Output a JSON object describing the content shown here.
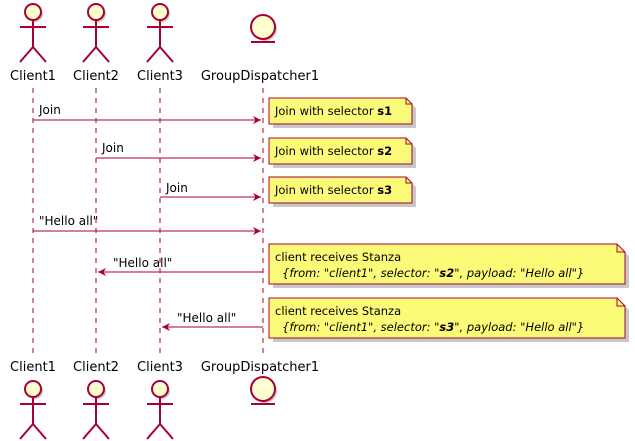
{
  "participants": [
    {
      "id": "client1",
      "name": "Client1",
      "kind": "actor"
    },
    {
      "id": "client2",
      "name": "Client2",
      "kind": "actor"
    },
    {
      "id": "client3",
      "name": "Client3",
      "kind": "actor"
    },
    {
      "id": "dispatcher",
      "name": "GroupDispatcher1",
      "kind": "entity"
    }
  ],
  "messages": [
    {
      "from": "client1",
      "to": "dispatcher",
      "label": "Join"
    },
    {
      "from": "client2",
      "to": "dispatcher",
      "label": "Join"
    },
    {
      "from": "client3",
      "to": "dispatcher",
      "label": "Join"
    },
    {
      "from": "client1",
      "to": "dispatcher",
      "label": "\"Hello all\""
    },
    {
      "from": "dispatcher",
      "to": "client2",
      "label": "\"Hello all\""
    },
    {
      "from": "dispatcher",
      "to": "client3",
      "label": "\"Hello all\""
    }
  ],
  "notes": [
    {
      "text_prefix": "Join with selector ",
      "text_bold": "s1"
    },
    {
      "text_prefix": "Join with selector ",
      "text_bold": "s2"
    },
    {
      "text_prefix": "Join with selector ",
      "text_bold": "s3"
    },
    {
      "line1": "client receives Stanza",
      "line2_pre": "{from: \"client1\", selector: \"",
      "line2_bold": "s2",
      "line2_post": "\", payload: \"Hello all\"}"
    },
    {
      "line1": "client receives Stanza",
      "line2_pre": "{from: \"client1\", selector: \"",
      "line2_bold": "s3",
      "line2_post": "\", payload: \"Hello all\"}"
    }
  ],
  "colors": {
    "line": "#A80036",
    "actor_fill": "#FEFECE",
    "note_fill": "#FBFB77",
    "note_border": "#A80036",
    "shadow": "#C8C8C8"
  }
}
